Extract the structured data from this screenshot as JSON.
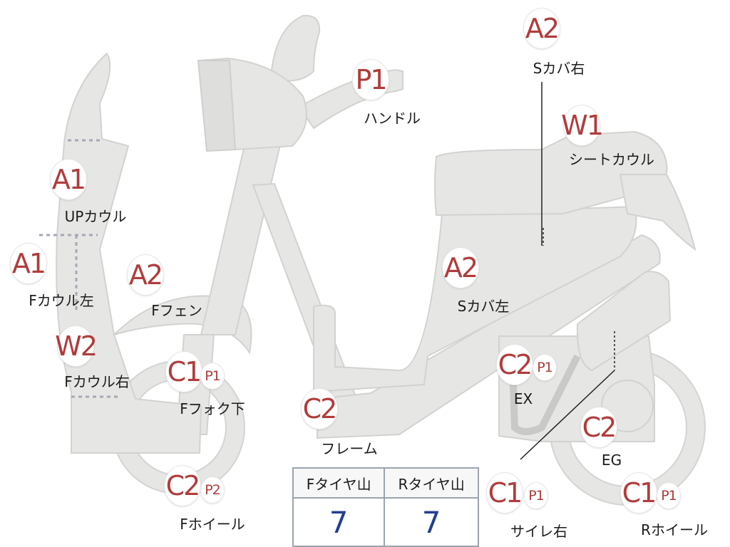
{
  "parts": [
    {
      "id": "up-cowl",
      "label": "UPカウル",
      "grades": [
        "A1"
      ]
    },
    {
      "id": "f-cowl-left",
      "label": "Fカウル左",
      "grades": [
        "A1"
      ]
    },
    {
      "id": "f-cowl-right",
      "label": "Fカウル右",
      "grades": [
        "W2"
      ]
    },
    {
      "id": "f-fender",
      "label": "Fフェン",
      "grades": [
        "A2"
      ]
    },
    {
      "id": "f-fork-lower",
      "label": "Fフォク下",
      "grades": [
        "C1",
        "P1"
      ]
    },
    {
      "id": "f-wheel",
      "label": "Fホイール",
      "grades": [
        "C2",
        "P2"
      ]
    },
    {
      "id": "handle",
      "label": "ハンドル",
      "grades": [
        "P1"
      ]
    },
    {
      "id": "frame",
      "label": "フレーム",
      "grades": [
        "C2"
      ]
    },
    {
      "id": "s-cover-left",
      "label": "Sカバ左",
      "grades": [
        "A2"
      ]
    },
    {
      "id": "s-cover-right",
      "label": "Sカバ右",
      "grades": [
        "A2"
      ]
    },
    {
      "id": "seat-cowl",
      "label": "シートカウル",
      "grades": [
        "W1"
      ]
    },
    {
      "id": "exhaust",
      "label": "EX",
      "grades": [
        "C2",
        "P1"
      ]
    },
    {
      "id": "engine",
      "label": "EG",
      "grades": [
        "C2"
      ]
    },
    {
      "id": "muffler-right",
      "label": "サイレ右",
      "grades": [
        "C1",
        "P1"
      ]
    },
    {
      "id": "r-wheel",
      "label": "Rホイール",
      "grades": [
        "C1",
        "P1"
      ]
    }
  ],
  "tread": {
    "headers": [
      "Fタイヤ山",
      "Rタイヤ山"
    ],
    "values": [
      "7",
      "7"
    ]
  },
  "colors": {
    "grade_text": "#b03c3c",
    "tread_value": "#243f8f",
    "body_fill": "#e6e6e4"
  }
}
